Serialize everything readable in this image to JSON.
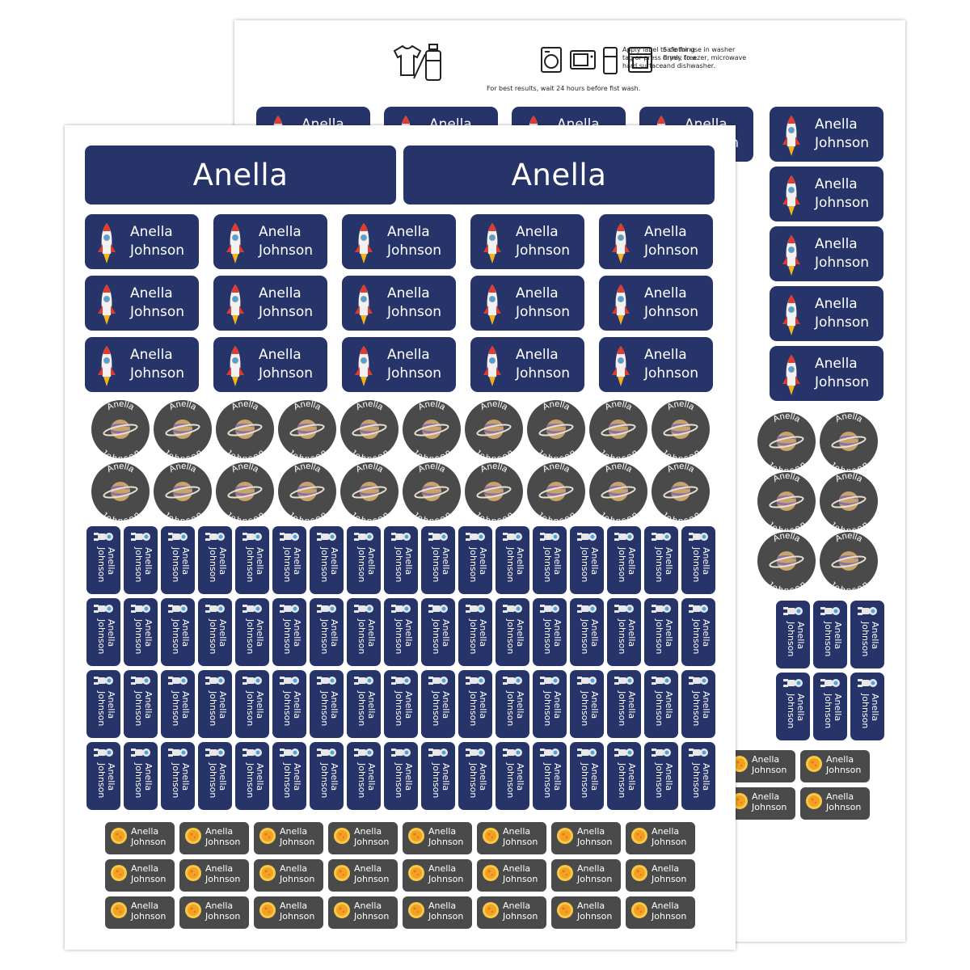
{
  "label": {
    "first_name": "Anella",
    "last_name": "Johnson"
  },
  "instructions": {
    "apply_text_1": "Apply label to clothing",
    "apply_text_2": "tag or press firmly to a",
    "apply_text_3": "hard surface.",
    "safe_text_1": "Safe for use in washer",
    "safe_text_2": "dryer, freezer, microwave",
    "safe_text_3": "and dishwasher.",
    "best_results": "For best results, wait 24 hours before fist wash."
  },
  "colors": {
    "navy": "#273469",
    "dark_gray": "#4a4a4a",
    "rocket_red": "#e23b2e",
    "flame_yellow": "#f5b21a",
    "sun_orange": "#f4a023"
  },
  "icons": [
    "rocket-icon",
    "planet-icon",
    "astronaut-icon",
    "sun-icon",
    "tshirt-icon",
    "bottle-icon",
    "washer-icon",
    "microwave-icon",
    "fridge-icon",
    "oven-icon"
  ]
}
